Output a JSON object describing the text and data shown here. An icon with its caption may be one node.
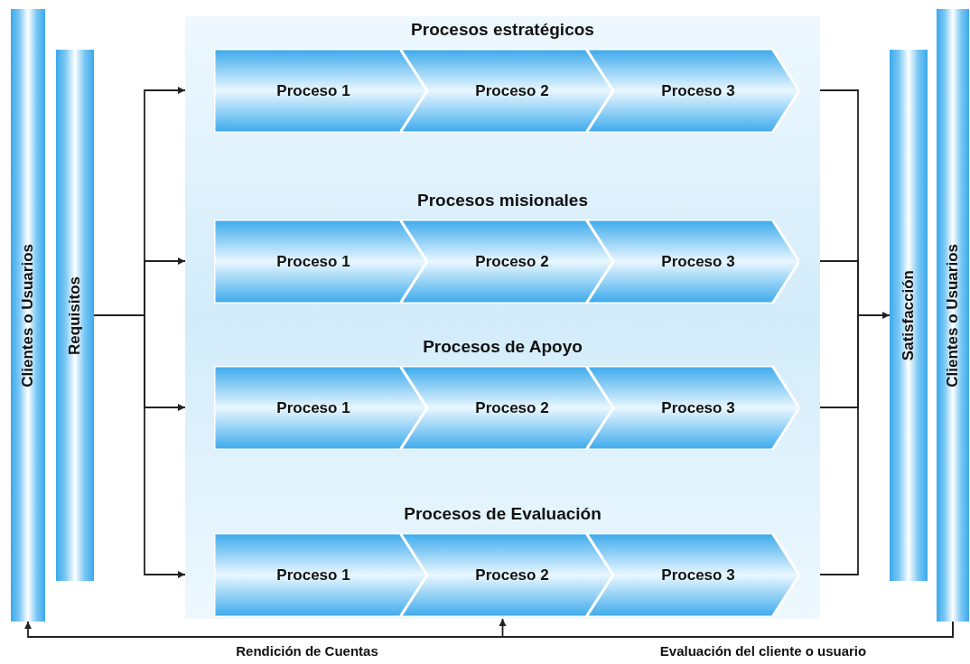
{
  "diagram": {
    "nodes": [
      {
        "text": [
          "Clientes o Usuarios"
        ]
      },
      {
        "text": [
          "Requisitos"
        ]
      },
      {
        "text": [],
        "shape": "box"
      },
      {
        "text": [
          "Procesos estratégicos"
        ],
        "in": 2
      },
      {
        "text": [
          "Proceso 1"
        ],
        "in": 3
      },
      {
        "text": [
          "Proceso 2"
        ],
        "in": 3
      },
      {
        "text": [
          "Proceso 3"
        ],
        "in": 3
      },
      {
        "text": [
          "Procesos misionales"
        ],
        "in": 2
      },
      {
        "text": [
          "Proceso 1"
        ],
        "in": 7
      },
      {
        "text": [
          "Proceso 2"
        ],
        "in": 7
      },
      {
        "text": [
          "Proceso 3"
        ],
        "in": 7
      },
      {
        "text": [
          "Procesos de Apoyo"
        ],
        "in": 2
      },
      {
        "text": [
          "Proceso 1"
        ],
        "in": 11
      },
      {
        "text": [
          "Proceso 2"
        ],
        "in": 11
      },
      {
        "text": [
          "Proceso 3"
        ],
        "in": 11
      },
      {
        "text": [
          "Procesos de Evaluación"
        ],
        "in": 2
      },
      {
        "text": [
          "Proceso 1"
        ],
        "in": 15
      },
      {
        "text": [
          "Proceso 2"
        ],
        "in": 15
      },
      {
        "text": [
          "Proceso 3"
        ],
        "in": 15
      },
      {
        "text": [
          "Satisfacción"
        ]
      },
      {
        "text": [
          "Clientes o Usuarios"
        ]
      }
    ],
    "edges": [
      {
        "from": 1,
        "to": 3,
        "arrow": "to"
      },
      {
        "from": 1,
        "to": 7,
        "arrow": "to"
      },
      {
        "from": 1,
        "to": 11,
        "arrow": "to"
      },
      {
        "from": 1,
        "to": 15,
        "arrow": "to"
      },
      {
        "from": 3,
        "to": 19,
        "arrow": "none"
      },
      {
        "from": 7,
        "to": 19,
        "arrow": "none"
      },
      {
        "from": 11,
        "to": 19,
        "arrow": "none"
      },
      {
        "from": 15,
        "to": 19,
        "arrow": "to"
      },
      {
        "from": 20,
        "to": 0,
        "arrow": "to",
        "label": "Rendición de Cuentas"
      },
      {
        "from": 20,
        "to": 2,
        "arrow": "to",
        "label": "Evaluación del cliente o usuario"
      }
    ]
  }
}
